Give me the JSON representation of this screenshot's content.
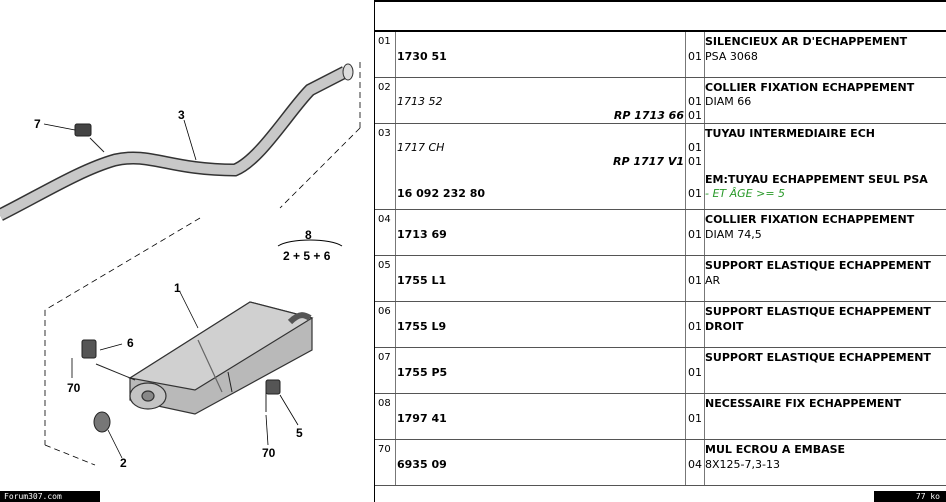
{
  "diagram": {
    "callouts": [
      "7",
      "3",
      "8",
      "2 + 5 + 6",
      "1",
      "6",
      "70",
      "2",
      "5",
      "70"
    ]
  },
  "parts": [
    {
      "ref": "01",
      "entries": [
        {
          "pn": "1730 51",
          "bold": true,
          "qty": "01"
        }
      ],
      "desc": [
        "SILENCIEUX AR D'ECHAPPEMENT"
      ],
      "sub": [
        "PSA 3068"
      ]
    },
    {
      "ref": "02",
      "entries": [
        {
          "pn": "1713 52",
          "bold": false,
          "qty": "01"
        },
        {
          "rp": "RP 1713 66",
          "qty": "01"
        }
      ],
      "desc": [
        "COLLIER FIXATION ECHAPPEMENT"
      ],
      "sub": [
        "DIAM 66"
      ]
    },
    {
      "ref": "03",
      "entries": [
        {
          "pn": "1717 CH",
          "bold": false,
          "qty": "01"
        },
        {
          "rp": "RP 1717 V1",
          "qty": "01"
        },
        {
          "pn": "16 092 232 80",
          "bold": true,
          "qty": "01"
        }
      ],
      "desc": [
        "TUYAU INTERMEDIAIRE ECH",
        "EM:TUYAU ECHAPPEMENT SEUL PSA"
      ],
      "note": "- ET ÂGE >= 5"
    },
    {
      "ref": "04",
      "entries": [
        {
          "pn": "1713 69",
          "bold": true,
          "qty": "01"
        }
      ],
      "desc": [
        "COLLIER FIXATION ECHAPPEMENT"
      ],
      "sub": [
        "DIAM 74,5"
      ]
    },
    {
      "ref": "05",
      "entries": [
        {
          "pn": "1755 L1",
          "bold": true,
          "qty": "01"
        }
      ],
      "desc": [
        "SUPPORT ELASTIQUE ECHAPPEMENT"
      ],
      "sub": [
        "AR"
      ]
    },
    {
      "ref": "06",
      "entries": [
        {
          "pn": "1755 L9",
          "bold": true,
          "qty": "01"
        }
      ],
      "desc": [
        "SUPPORT ELASTIQUE ECHAPPEMENT",
        "DROIT"
      ]
    },
    {
      "ref": "07",
      "entries": [
        {
          "pn": "1755 P5",
          "bold": true,
          "qty": "01"
        }
      ],
      "desc": [
        "SUPPORT ELASTIQUE ECHAPPEMENT"
      ]
    },
    {
      "ref": "08",
      "entries": [
        {
          "pn": "1797 41",
          "bold": true,
          "qty": "01"
        }
      ],
      "desc": [
        "NECESSAIRE FIX ECHAPPEMENT"
      ]
    },
    {
      "ref": "70",
      "entries": [
        {
          "pn": "6935 09",
          "bold": true,
          "qty": "04"
        }
      ],
      "desc": [
        "MUL ECROU A EMBASE"
      ],
      "sub": [
        "8X125-7,3-13"
      ]
    }
  ],
  "status": {
    "left": "Forum307.com",
    "right": "77 ko"
  },
  "colors": {
    "line": "#000000",
    "part_fill": "#b9b9b9",
    "note": "#2a9a2a"
  }
}
